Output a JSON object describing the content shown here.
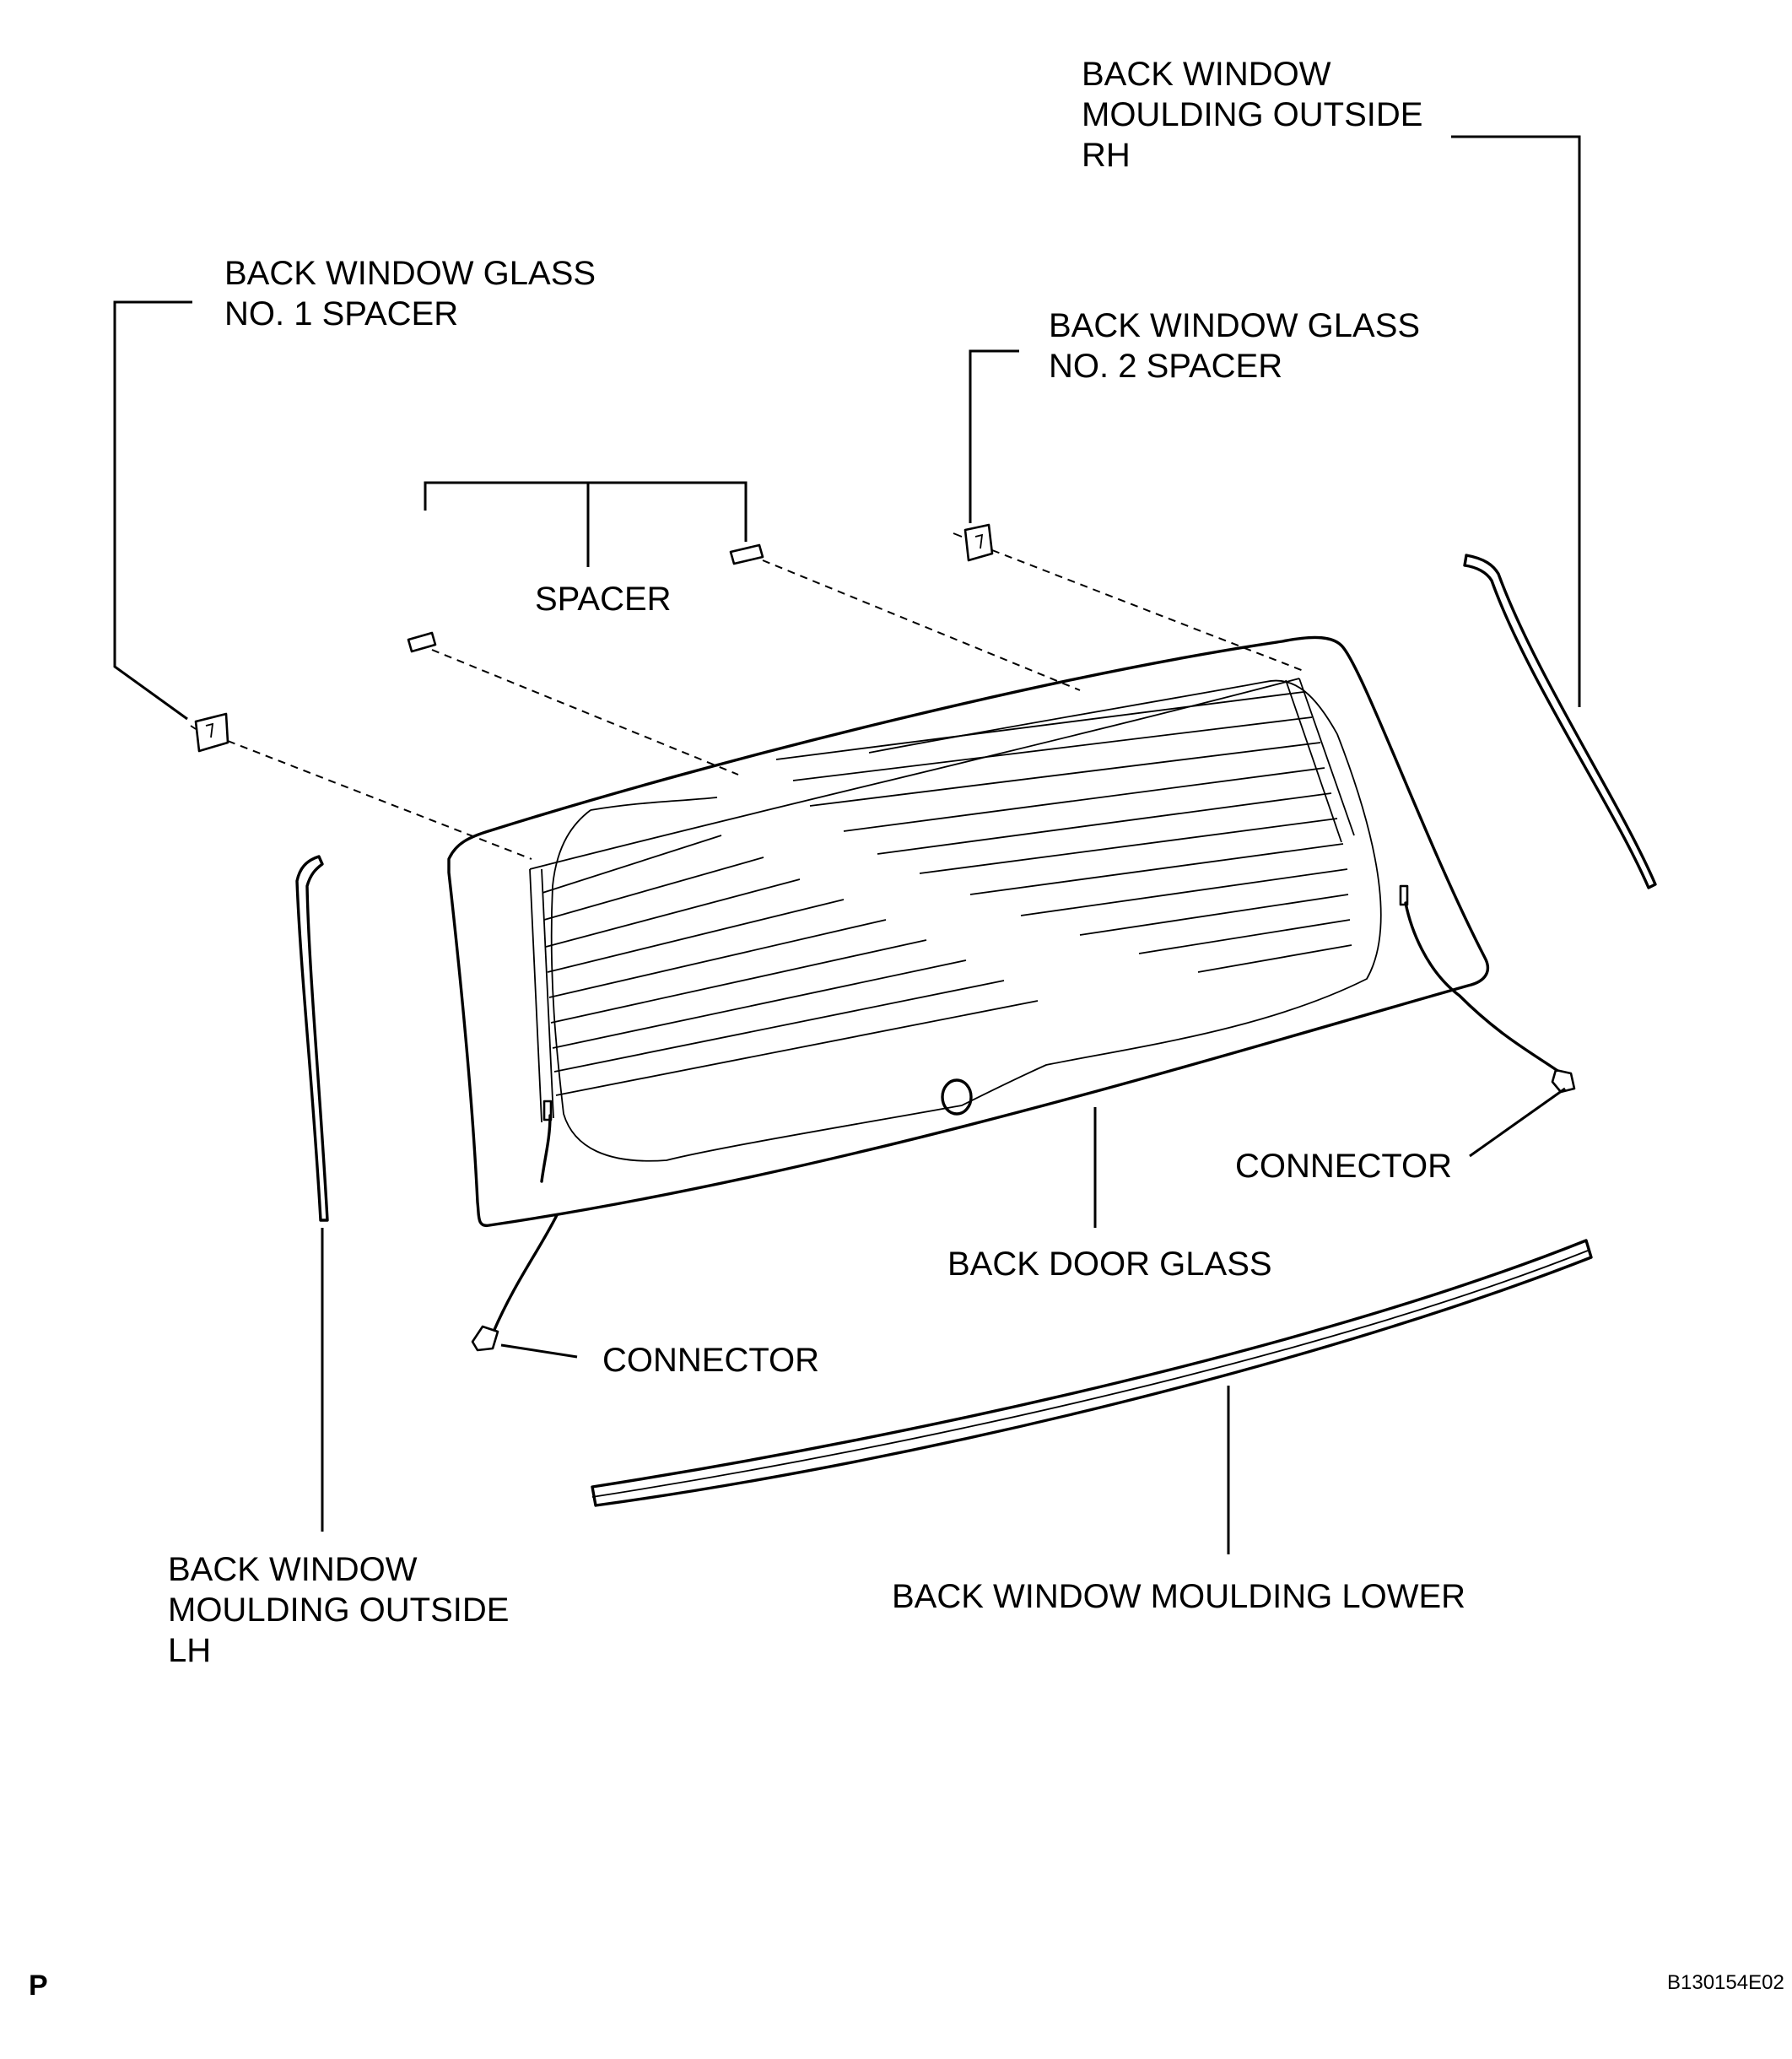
{
  "labels": {
    "rh_moulding": [
      "BACK WINDOW",
      "MOULDING OUTSIDE",
      "RH"
    ],
    "spacer1": [
      "BACK WINDOW GLASS",
      "NO. 1 SPACER"
    ],
    "spacer2": [
      "BACK WINDOW GLASS",
      "NO. 2 SPACER"
    ],
    "spacer": "SPACER",
    "connector_right": "CONNECTOR",
    "back_door_glass": "BACK DOOR GLASS",
    "connector_left": "CONNECTOR",
    "lh_moulding": [
      "BACK WINDOW",
      "MOULDING OUTSIDE",
      "LH"
    ],
    "lower_moulding": "BACK WINDOW MOULDING LOWER"
  },
  "footer": {
    "mark": "P",
    "code": "B130154E02"
  }
}
